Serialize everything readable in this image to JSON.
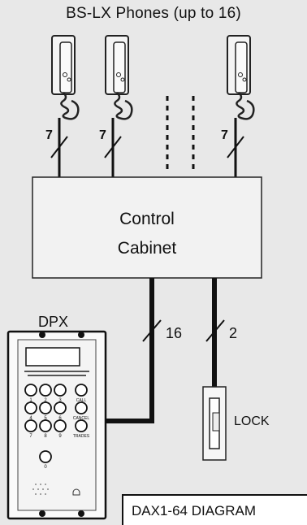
{
  "title": "BS-LX Phones (up to 16)",
  "cabinet": {
    "line1": "Control",
    "line2": "Cabinet"
  },
  "wires": {
    "phone": "7",
    "dpx": "16",
    "lock": "2"
  },
  "dpx": {
    "label": "DPX",
    "keypad_keys": [
      "1",
      "2",
      "3",
      "4",
      "5",
      "6",
      "7",
      "8",
      "9",
      "0"
    ],
    "function_keys": [
      "CALL",
      "CANCEL",
      "TRADES"
    ]
  },
  "lock": {
    "label": "LOCK"
  },
  "caption": "DAX1-64 DIAGRAM"
}
